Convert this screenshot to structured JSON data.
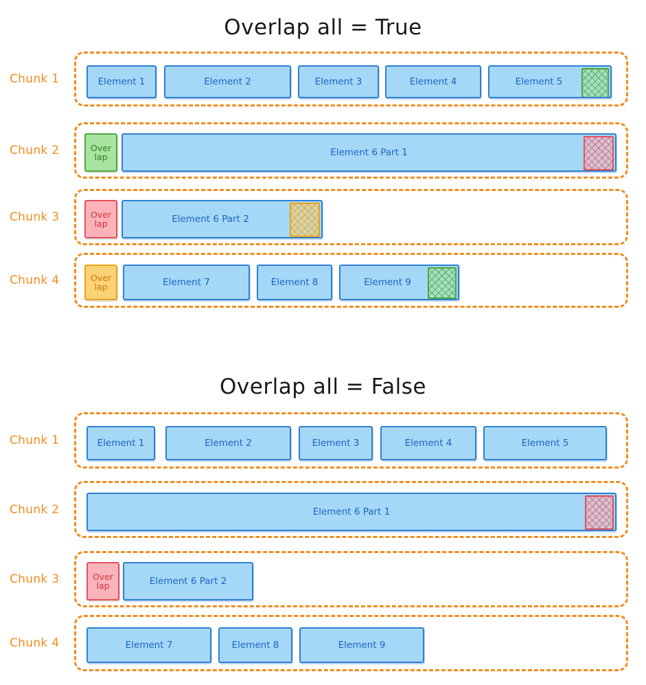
{
  "colors": {
    "chunk_border": "#F08C1E",
    "chunk_label": "#F08C1E",
    "element_fill": "#A5D8F7",
    "element_border": "#2E7FD1",
    "element_text": "#1B63C4",
    "overlap_green_fill": "#A8E3A0",
    "overlap_green_border": "#4CA83C",
    "overlap_red_fill": "#FBB3B9",
    "overlap_red_border": "#E0515F",
    "overlap_orange_fill": "#FCD277",
    "overlap_orange_border": "#E8A317",
    "title_text": "#1A1A1A",
    "background": "#FFFFFF"
  },
  "overlap_label": {
    "line1": "Over",
    "line2": "lap"
  },
  "sections": [
    {
      "title": "Overlap all = True",
      "chunks": [
        {
          "label": "Chunk 1",
          "elements": [
            {
              "text": "Element 1"
            },
            {
              "text": "Element 2"
            },
            {
              "text": "Element 3"
            },
            {
              "text": "Element 4"
            },
            {
              "text": "Element 5",
              "highlight": "green"
            }
          ],
          "overlap_chip": null
        },
        {
          "label": "Chunk 2",
          "elements": [
            {
              "text": "Element 6 Part 1",
              "highlight": "red"
            }
          ],
          "overlap_chip": "green"
        },
        {
          "label": "Chunk 3",
          "elements": [
            {
              "text": "Element 6 Part 2",
              "highlight": "orange"
            }
          ],
          "overlap_chip": "red"
        },
        {
          "label": "Chunk 4",
          "elements": [
            {
              "text": "Element 7"
            },
            {
              "text": "Element 8"
            },
            {
              "text": "Element 9",
              "highlight": "green"
            }
          ],
          "overlap_chip": "orange"
        }
      ]
    },
    {
      "title": "Overlap all = False",
      "chunks": [
        {
          "label": "Chunk 1",
          "elements": [
            {
              "text": "Element 1"
            },
            {
              "text": "Element 2"
            },
            {
              "text": "Element 3"
            },
            {
              "text": "Element 4"
            },
            {
              "text": "Element 5"
            }
          ],
          "overlap_chip": null
        },
        {
          "label": "Chunk 2",
          "elements": [
            {
              "text": "Element 6 Part 1",
              "highlight": "red"
            }
          ],
          "overlap_chip": null
        },
        {
          "label": "Chunk 3",
          "elements": [
            {
              "text": "Element 6 Part 2"
            }
          ],
          "overlap_chip": "red"
        },
        {
          "label": "Chunk 4",
          "elements": [
            {
              "text": "Element 7"
            },
            {
              "text": "Element 8"
            },
            {
              "text": "Element 9"
            }
          ],
          "overlap_chip": null
        }
      ]
    }
  ]
}
